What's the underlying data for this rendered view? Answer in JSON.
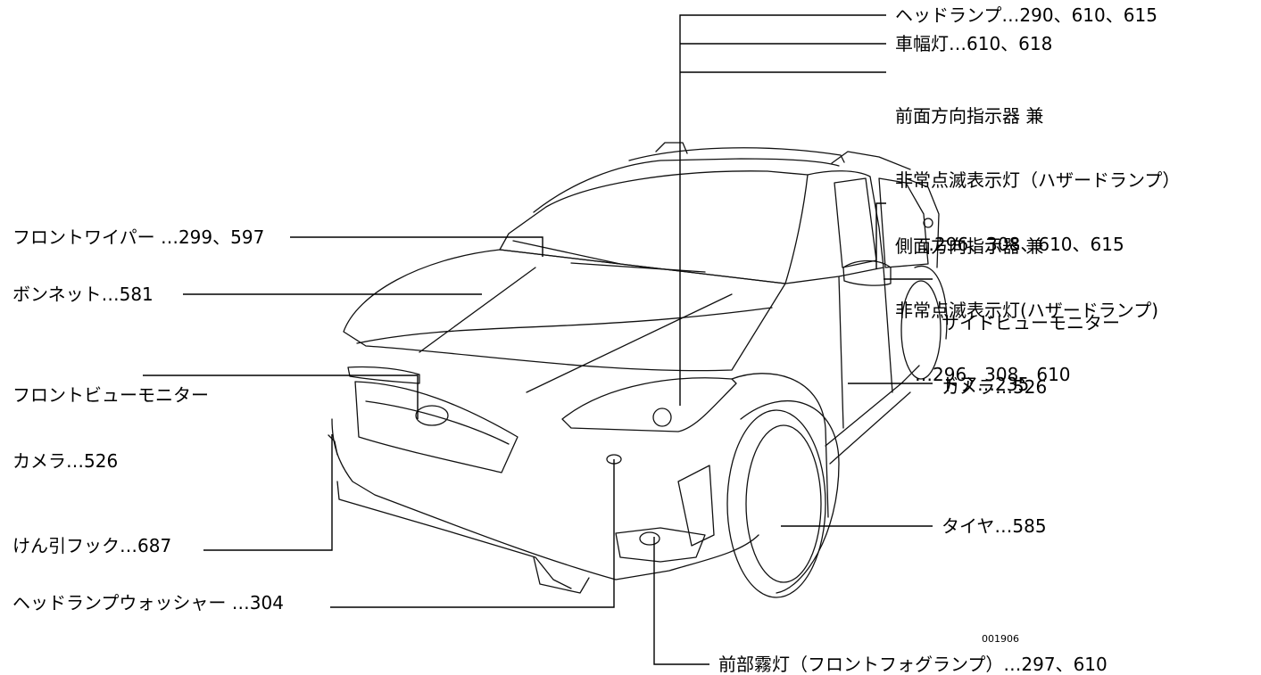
{
  "figure_code": "001906",
  "labels": {
    "front_wiper": "フロントワイパー …299、597",
    "bonnet": "ボンネット…581",
    "front_view_camera_line1": "フロントビューモニター",
    "front_view_camera_line2": "カメラ…526",
    "tow_hook": "けん引フック…687",
    "headlamp_washer": "ヘッドランプウォッシャー …304",
    "headlamp": "ヘッドランプ…290、610、615",
    "clearance_lamp": "車幅灯…610、618",
    "front_turn_line1": "前面方向指示器 兼",
    "front_turn_line2": "非常点滅表示灯（ハザードランプ）",
    "front_turn_line3": "…296、308、610、615",
    "side_turn_line1": "側面方向指示器 兼",
    "side_turn_line2": "非常点滅表示灯(ハザードランプ)",
    "side_turn_line3": "…296、308、610",
    "side_view_camera_line1": "サイドビューモニター",
    "side_view_camera_line2": "カメラ…526",
    "door": "ドア…235",
    "tire": "タイヤ…585",
    "fog_lamp": "前部霧灯（フロントフォグランプ）…297、610"
  }
}
